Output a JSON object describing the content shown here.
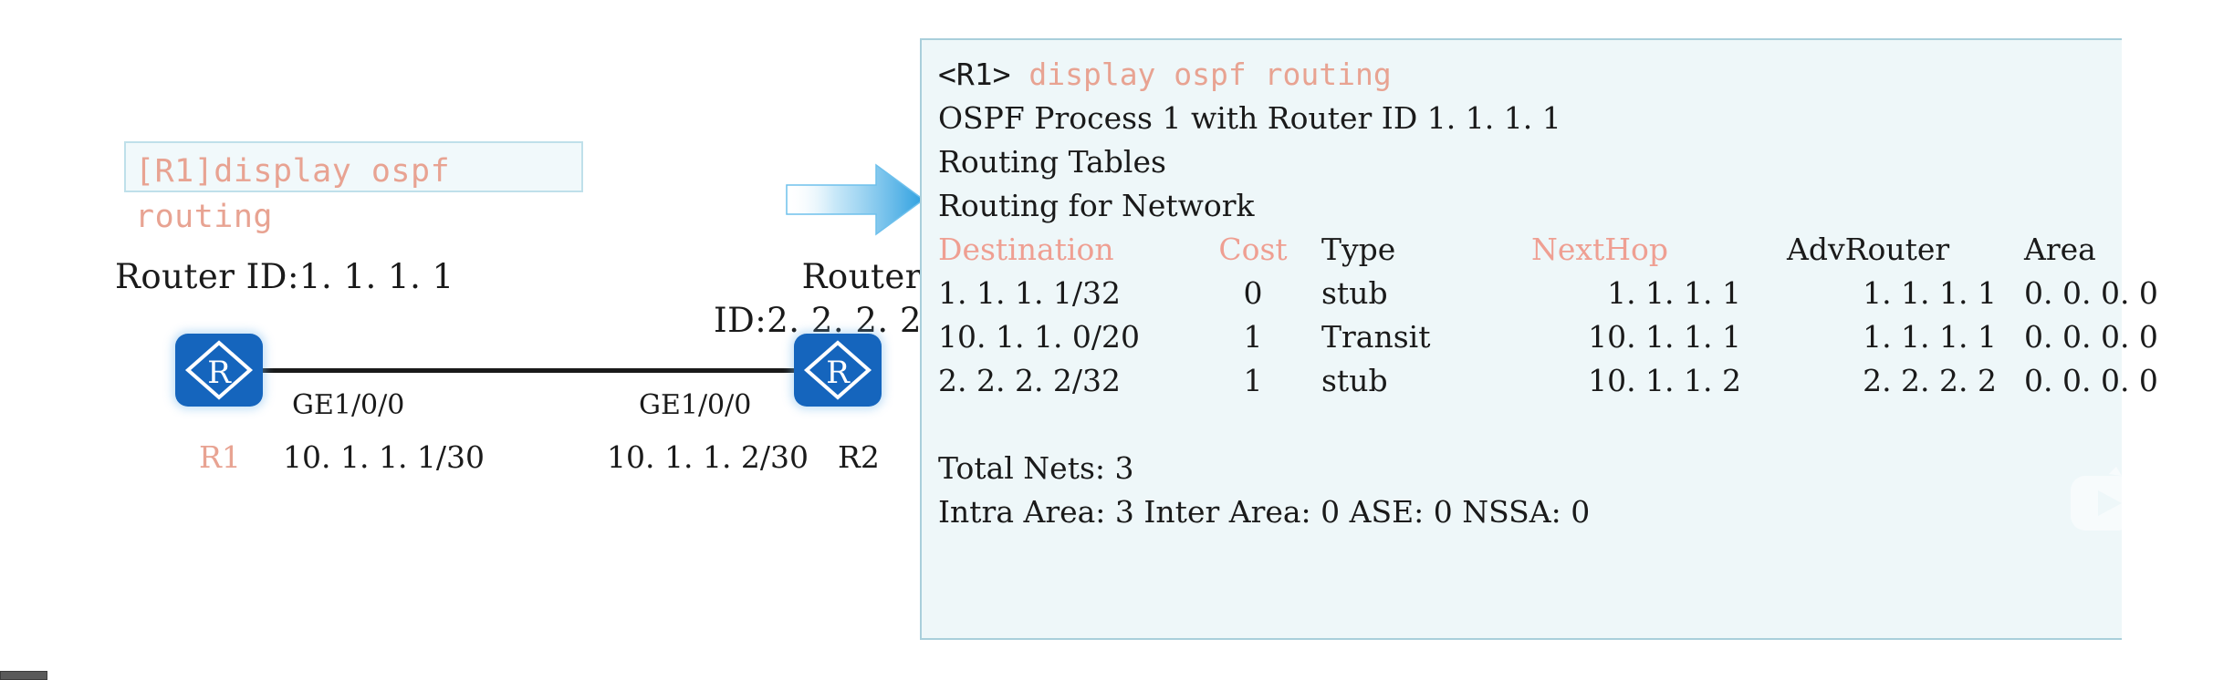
{
  "diagram": {
    "command_box": {
      "text": "[R1]display ospf\nrouting",
      "border_color": "#bfe0ea",
      "fill_color": "#f1f9fb",
      "text_color": "#e8a392"
    },
    "routers": [
      {
        "id_label": "Router ID:1. 1. 1. 1",
        "name": "R1",
        "interface": "GE1/0/0",
        "address": "10. 1. 1. 1/30",
        "icon": "router-icon",
        "icon_letter": "R",
        "color": "#1565bd",
        "name_color": "#e8a392"
      },
      {
        "id_label": "Router\nID:2. 2. 2. 2",
        "name": "R2",
        "interface": "GE1/0/0",
        "address": "10. 1. 1. 2/30",
        "icon": "router-icon",
        "icon_letter": "R",
        "color": "#1565bd",
        "name_color": "#1a1a1a"
      }
    ],
    "arrow": {
      "direction": "right",
      "color_start": "#ffffff",
      "color_end": "#2ea0e0"
    }
  },
  "terminal": {
    "prompt_line": {
      "prompt": "<R1>",
      "command": " display ospf routing"
    },
    "header_lines": [
      "OSPF Process 1 with Router ID 1. 1. 1. 1",
      "Routing Tables",
      "Routing for Network"
    ],
    "table": {
      "headers": {
        "destination": "Destination",
        "cost": "Cost",
        "type": "Type",
        "nexthop": "NextHop",
        "advrouter": "AdvRouter",
        "area": "Area"
      },
      "header_colors": {
        "destination": "#ef9f92",
        "cost": "#ef9f92",
        "type": "#1a1a1a",
        "nexthop": "#ef9f92",
        "advrouter": "#1a1a1a",
        "area": "#1a1a1a"
      },
      "rows": [
        {
          "destination": "1. 1. 1. 1/32",
          "cost": "0",
          "type": "stub",
          "nexthop": "1. 1. 1. 1",
          "advrouter": "1. 1. 1. 1",
          "area": "0. 0. 0. 0"
        },
        {
          "destination": "10. 1. 1. 0/20",
          "cost": "1",
          "type": "Transit",
          "nexthop": "10. 1. 1. 1",
          "advrouter": "1. 1. 1. 1",
          "area": "0. 0. 0. 0"
        },
        {
          "destination": "2. 2. 2. 2/32",
          "cost": "1",
          "type": "stub",
          "nexthop": "10. 1. 1. 2",
          "advrouter": "2. 2. 2. 2",
          "area": "0. 0. 0. 0"
        }
      ]
    },
    "summary": {
      "total_nets": "Total Nets: 3",
      "areas": "Intra Area: 3  Inter Area: 0  ASE: 0  NSSA: 0"
    },
    "panel_border_color": "#a9cfdb",
    "panel_bg_color": "#eef7f9"
  }
}
